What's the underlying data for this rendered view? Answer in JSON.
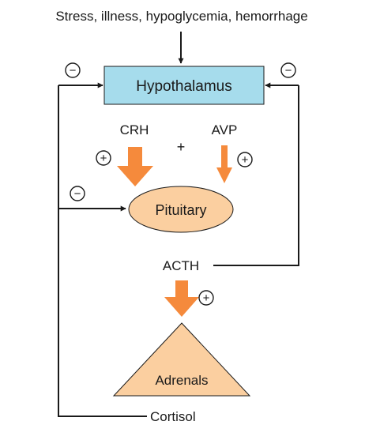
{
  "diagram": {
    "trigger_text": "Stress, illness, hypoglycemia, hemorrhage",
    "hypothalamus_label": "Hypothalamus",
    "crh_label": "CRH",
    "avp_label": "AVP",
    "plus_between": "+",
    "pituitary_label": "Pituitary",
    "acth_label": "ACTH",
    "adrenals_label": "Adrenals",
    "cortisol_label": "Cortisol",
    "inhibit_symbol": "−",
    "stimulate_symbol": "+"
  },
  "colors": {
    "hypothalamus_fill": "#a6dcec",
    "pituitary_fill": "#fbcfa0",
    "adrenals_fill": "#fbcfa0",
    "hormone_arrow": "#f58a3c",
    "line": "#1a1a1a"
  }
}
